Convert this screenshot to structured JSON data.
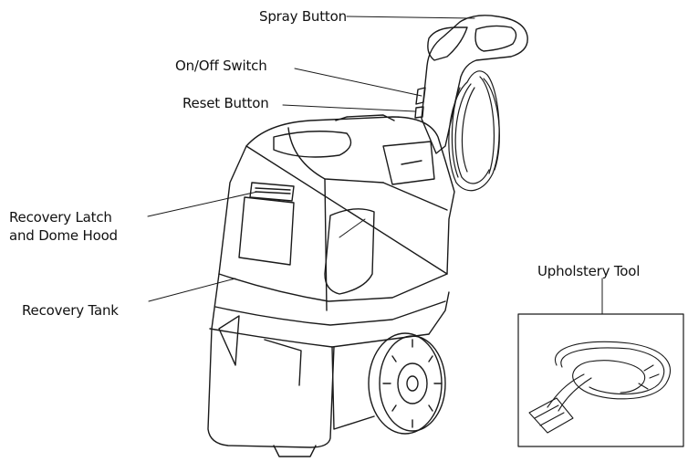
{
  "diagram": {
    "labels": {
      "spray_button": "Spray Button",
      "on_off_switch": "On/Off Switch",
      "reset_button": "Reset Button",
      "recovery_latch_line1": "Recovery Latch",
      "recovery_latch_line2": "and Dome Hood",
      "recovery_tank": "Recovery Tank",
      "upholstery_tool": "Upholstery Tool"
    },
    "colors": {
      "line": "#1a1a1a",
      "background": "#ffffff"
    }
  }
}
